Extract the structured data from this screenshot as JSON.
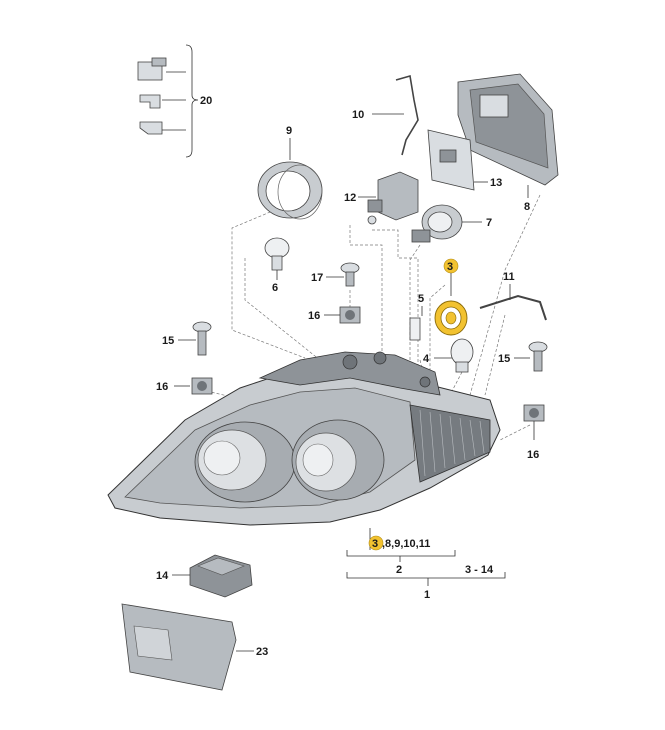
{
  "labels": {
    "p1": "1",
    "p2": "2",
    "p3": "3",
    "p3_range": "3 - 14",
    "p4": "4",
    "p5": "5",
    "p6": "6",
    "p7": "7",
    "p8": "8",
    "p9": "9",
    "p10": "10",
    "p11": "11",
    "p12": "12",
    "p13": "13",
    "p14": "14",
    "p15a": "15",
    "p15b": "15",
    "p16a": "16",
    "p16b": "16",
    "p16c": "16",
    "p17": "17",
    "p20": "20",
    "p23": "23",
    "group_rest": ",8,9,10,11"
  },
  "colors": {
    "highlight": "#f2c230",
    "part_fill": "#d9dde1",
    "housing_fill": "#c8ccd0",
    "dark_fill": "#8e9398",
    "line": "#333333"
  }
}
